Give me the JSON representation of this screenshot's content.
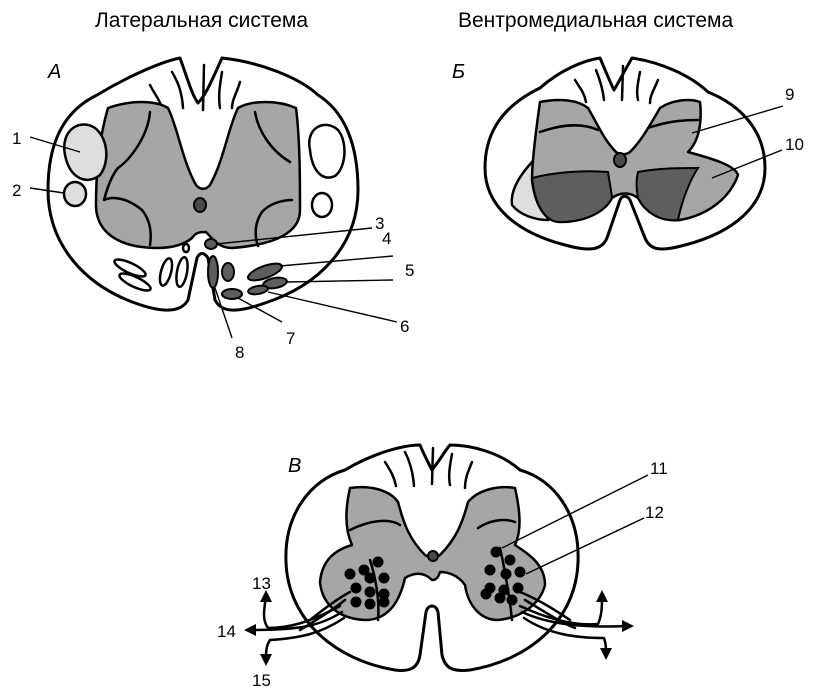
{
  "titles": {
    "lateral": "Латеральная система",
    "ventromedial": "Вентромедиальная система"
  },
  "panels": {
    "a": "А",
    "b": "Б",
    "v": "В"
  },
  "labels": {
    "n1": "1",
    "n2": "2",
    "n3": "3",
    "n4": "4",
    "n5": "5",
    "n6": "6",
    "n7": "7",
    "n8": "8",
    "n9": "9",
    "n10": "10",
    "n11": "11",
    "n12": "12",
    "n13": "13",
    "n14": "14",
    "n15": "15"
  },
  "colors": {
    "gray_matter": "#a6a6a6",
    "dark_tract": "#5e5e5e",
    "light_tract": "#dedede",
    "outline": "#000000"
  }
}
